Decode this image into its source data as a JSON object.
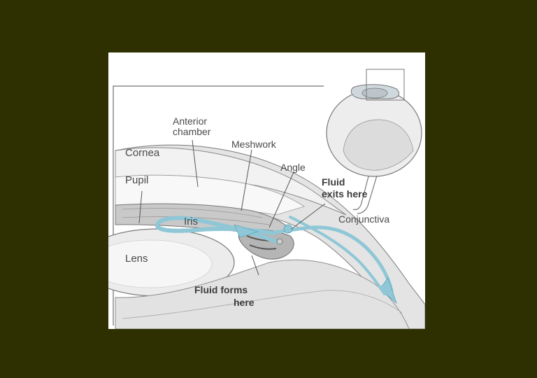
{
  "labels": {
    "anterior_chamber_1": "Anterior",
    "anterior_chamber_2": "chamber",
    "meshwork": "Meshwork",
    "cornea": "Cornea",
    "angle": "Angle",
    "pupil": "Pupil",
    "fluid_exits_1": "Fluid",
    "fluid_exits_2": "exits here",
    "iris": "Iris",
    "conjunctiva": "Conjunctiva",
    "lens": "Lens",
    "fluid_forms_1": "Fluid forms",
    "fluid_forms_2": "here"
  },
  "colors": {
    "background": "#2f3001",
    "panel": "#ffffff",
    "fluid": "#8fc7d6",
    "fluid_dark": "#5aa7bd",
    "line": "#6e6e6e",
    "tissue": "#e6e6e6"
  }
}
